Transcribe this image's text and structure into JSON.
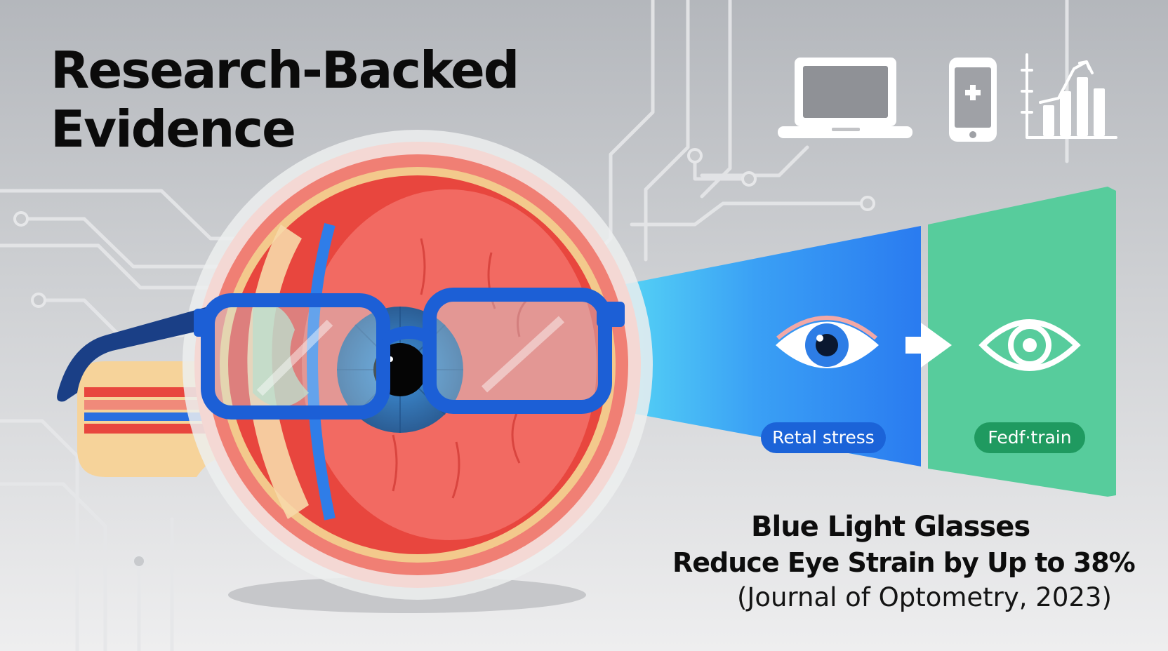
{
  "heading": {
    "line1": "Research-Backed",
    "line2": "Evidence"
  },
  "icons": [
    "laptop-icon",
    "smartphone-medical-icon",
    "rising-bar-chart-icon"
  ],
  "panels": {
    "before_label": "Retal stress",
    "after_label": "Fedf·train"
  },
  "caption": {
    "headline": "Blue Light Glasses",
    "claim": "Reduce Eye Strain by Up to 38%",
    "source": "(Journal of Optometry, 2023)"
  },
  "colors": {
    "blue_panel": "#2c7ef0",
    "green_panel": "#57cc9c",
    "glasses_frame": "#1c5fd6",
    "eye_red": "#e8463e"
  }
}
